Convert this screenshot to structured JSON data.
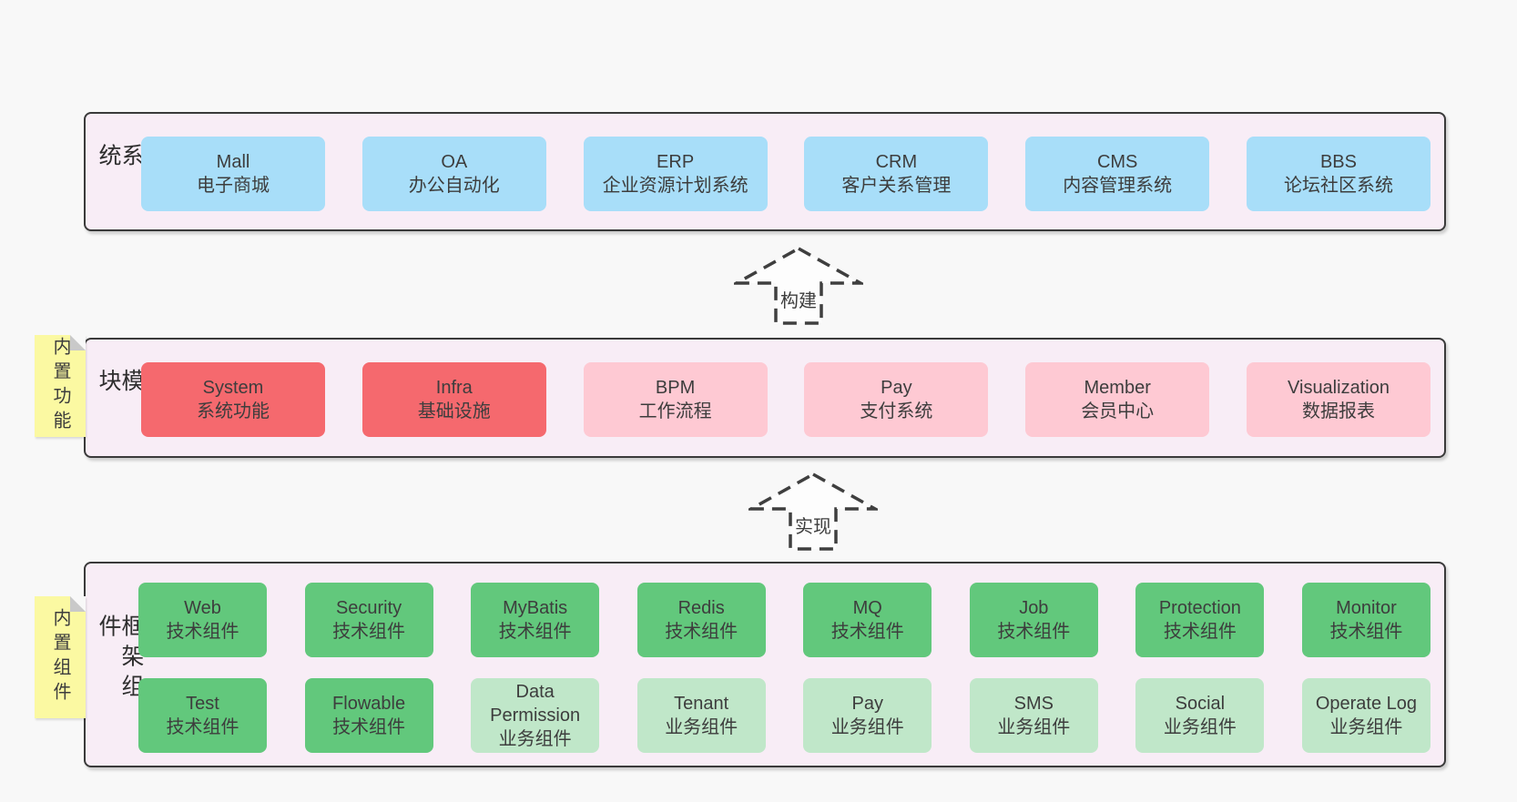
{
  "colors": {
    "page_background": "#f8f8f8",
    "band_background": "#f8edf6",
    "band_border": "#3a3a3a",
    "system_blue": "#a8def9",
    "module_red": "#f5696e",
    "module_pink": "#fec9d3",
    "component_green": "#62c87c",
    "component_green_light": "#c0e7c9",
    "sticky_yellow": "#fbf9a2",
    "text": "#3d3d3d"
  },
  "arrows": [
    {
      "label": "构建"
    },
    {
      "label": "实现"
    }
  ],
  "bands": [
    {
      "label": "业务系统",
      "rows": [
        [
          {
            "name": "Mall",
            "desc": "电子商城",
            "type": "blue"
          },
          {
            "name": "OA",
            "desc": "办公自动化",
            "type": "blue"
          },
          {
            "name": "ERP",
            "desc": "企业资源计划系统",
            "type": "blue"
          },
          {
            "name": "CRM",
            "desc": "客户关系管理",
            "type": "blue"
          },
          {
            "name": "CMS",
            "desc": "内容管理系统",
            "type": "blue"
          },
          {
            "name": "BBS",
            "desc": "论坛社区系统",
            "type": "blue"
          }
        ]
      ]
    },
    {
      "label": "通用模块",
      "sticky": "内置功能",
      "rows": [
        [
          {
            "name": "System",
            "desc": "系统功能",
            "type": "red"
          },
          {
            "name": "Infra",
            "desc": "基础设施",
            "type": "red"
          },
          {
            "name": "BPM",
            "desc": "工作流程",
            "type": "pink"
          },
          {
            "name": "Pay",
            "desc": "支付系统",
            "type": "pink"
          },
          {
            "name": "Member",
            "desc": "会员中心",
            "type": "pink"
          },
          {
            "name": "Visualization",
            "desc": "数据报表",
            "type": "pink"
          }
        ]
      ]
    },
    {
      "label": "框架组件",
      "sticky": "内置组件",
      "rows": [
        [
          {
            "name": "Web",
            "desc": "技术组件",
            "type": "green"
          },
          {
            "name": "Security",
            "desc": "技术组件",
            "type": "green"
          },
          {
            "name": "MyBatis",
            "desc": "技术组件",
            "type": "green"
          },
          {
            "name": "Redis",
            "desc": "技术组件",
            "type": "green"
          },
          {
            "name": "MQ",
            "desc": "技术组件",
            "type": "green"
          },
          {
            "name": "Job",
            "desc": "技术组件",
            "type": "green"
          },
          {
            "name": "Protection",
            "desc": "技术组件",
            "type": "green"
          },
          {
            "name": "Monitor",
            "desc": "技术组件",
            "type": "green"
          }
        ],
        [
          {
            "name": "Test",
            "desc": "技术组件",
            "type": "green"
          },
          {
            "name": "Flowable",
            "desc": "技术组件",
            "type": "green"
          },
          {
            "name": "Data Permission",
            "desc": "业务组件",
            "type": "green-light"
          },
          {
            "name": "Tenant",
            "desc": "业务组件",
            "type": "green-light"
          },
          {
            "name": "Pay",
            "desc": "业务组件",
            "type": "green-light"
          },
          {
            "name": "SMS",
            "desc": "业务组件",
            "type": "green-light"
          },
          {
            "name": "Social",
            "desc": "业务组件",
            "type": "green-light"
          },
          {
            "name": "Operate Log",
            "desc": "业务组件",
            "type": "green-light"
          }
        ]
      ]
    }
  ]
}
